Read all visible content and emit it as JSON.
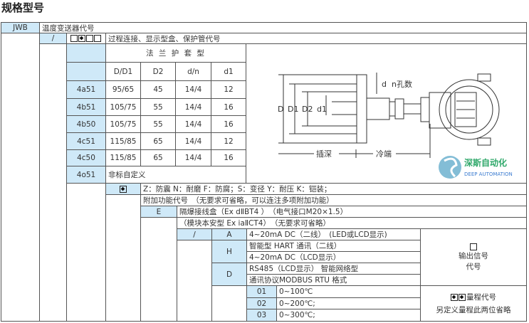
{
  "title": "规格型号",
  "row1": {
    "code": "JWB",
    "desc": "温度变送器代号"
  },
  "row2": {
    "code": "/",
    "desc": "过程连接、显示型盒、保护管代号"
  },
  "flange": {
    "title": "法 兰 护 套 型",
    "headers": [
      "D/D1",
      "D2",
      "d/n",
      "d1"
    ],
    "rows": [
      {
        "code": "4a51",
        "v": [
          "95/65",
          "45",
          "14/4",
          "12"
        ]
      },
      {
        "code": "4b51",
        "v": [
          "105/75",
          "55",
          "14/4",
          "16"
        ]
      },
      {
        "code": "4b50",
        "v": [
          "105/75",
          "55",
          "14/4",
          "16"
        ]
      },
      {
        "code": "4c51",
        "v": [
          "115/85",
          "65",
          "14/4",
          "12"
        ]
      },
      {
        "code": "4c50",
        "v": [
          "115/85",
          "65",
          "14/4",
          "16"
        ]
      }
    ],
    "custom": {
      "code": "4o51",
      "desc": "非标自定义"
    }
  },
  "diagram": {
    "d_label": "d",
    "n_label": "n孔数",
    "D": "D",
    "D1": "D1",
    "D2": "D2",
    "d1": "d1",
    "insert": "插深",
    "cold": "冷端"
  },
  "options": {
    "desc": "Z：防震 N：耐磨 F：防腐；S：变径 Y：耐压 K：铠装；"
  },
  "extra": {
    "title": "附加功能代号　（无要求可省略，可以连注多项附加功能）",
    "e_code": "E",
    "e_desc": "隔爆接线盒（Ex dⅡBT4 ）　（电气接口M20×1.5）",
    "ia_desc": "（模块本安型 Ex iaⅡCT4）　（无要求可省略）"
  },
  "output": {
    "slash": "/",
    "A": "A",
    "A_desc": "4~20mA DC（二线）　(LED或LCD显示)",
    "H": "H",
    "H_desc1": "智能型 HART 通讯（二线）",
    "H_desc2": "4~20mA DC（LCD显示）",
    "D": "D",
    "D_desc1": "RS485（LCD显示） 智能网络型",
    "D_desc2": "通讯协议MODBUS RTU 格式",
    "label1": "输出信号",
    "label2": "代号"
  },
  "range": {
    "rows": [
      {
        "code": "01",
        "v": "0~100℃"
      },
      {
        "code": "02",
        "v": "0~200℃;"
      },
      {
        "code": "03",
        "v": "0~300℃;"
      }
    ],
    "label1": "量程代号",
    "label2": "另定义量程此两位省略"
  },
  "watermark": {
    "cn": "深斯自动化",
    "en": "DEEP AUTOMATION"
  }
}
